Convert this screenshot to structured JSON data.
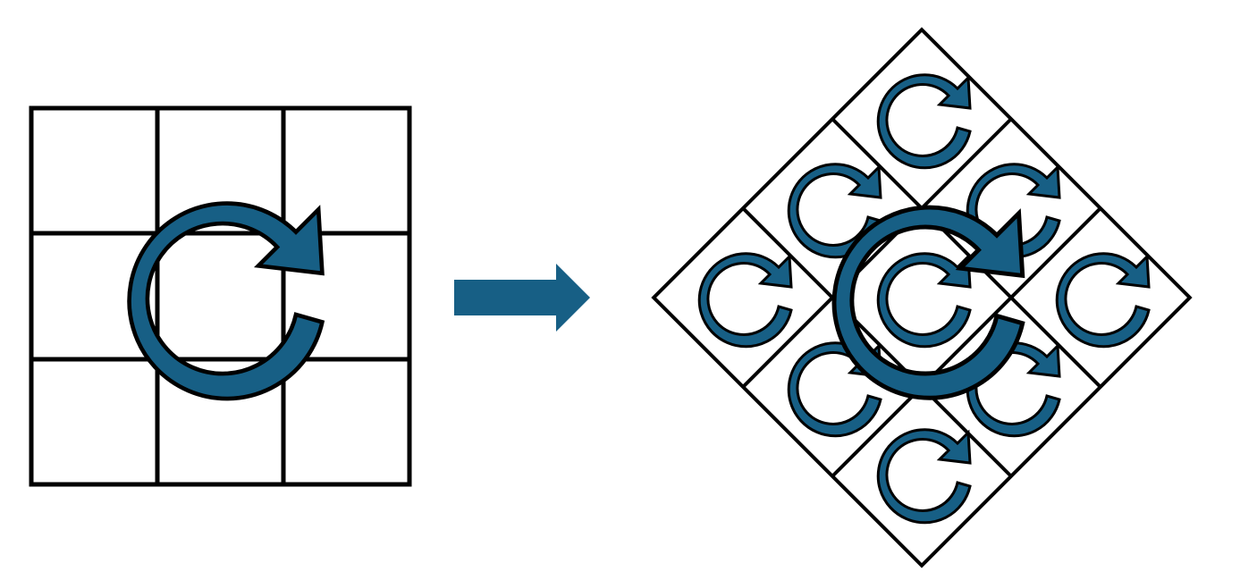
{
  "colors": {
    "background": "#ffffff",
    "grid_stroke": "#000000",
    "arrow_fill": "#175f85",
    "arrow_stroke": "#000000"
  },
  "left_grid": {
    "rows": 3,
    "cols": 3,
    "icon": "clockwise-rotation-arrow-icon"
  },
  "transition_arrow": {
    "icon": "right-arrow-icon"
  },
  "right_grid": {
    "rows": 3,
    "cols": 3,
    "rotation_degrees": 45,
    "cell_icon": "clockwise-rotation-arrow-icon",
    "center_icon": "clockwise-rotation-arrow-icon"
  }
}
